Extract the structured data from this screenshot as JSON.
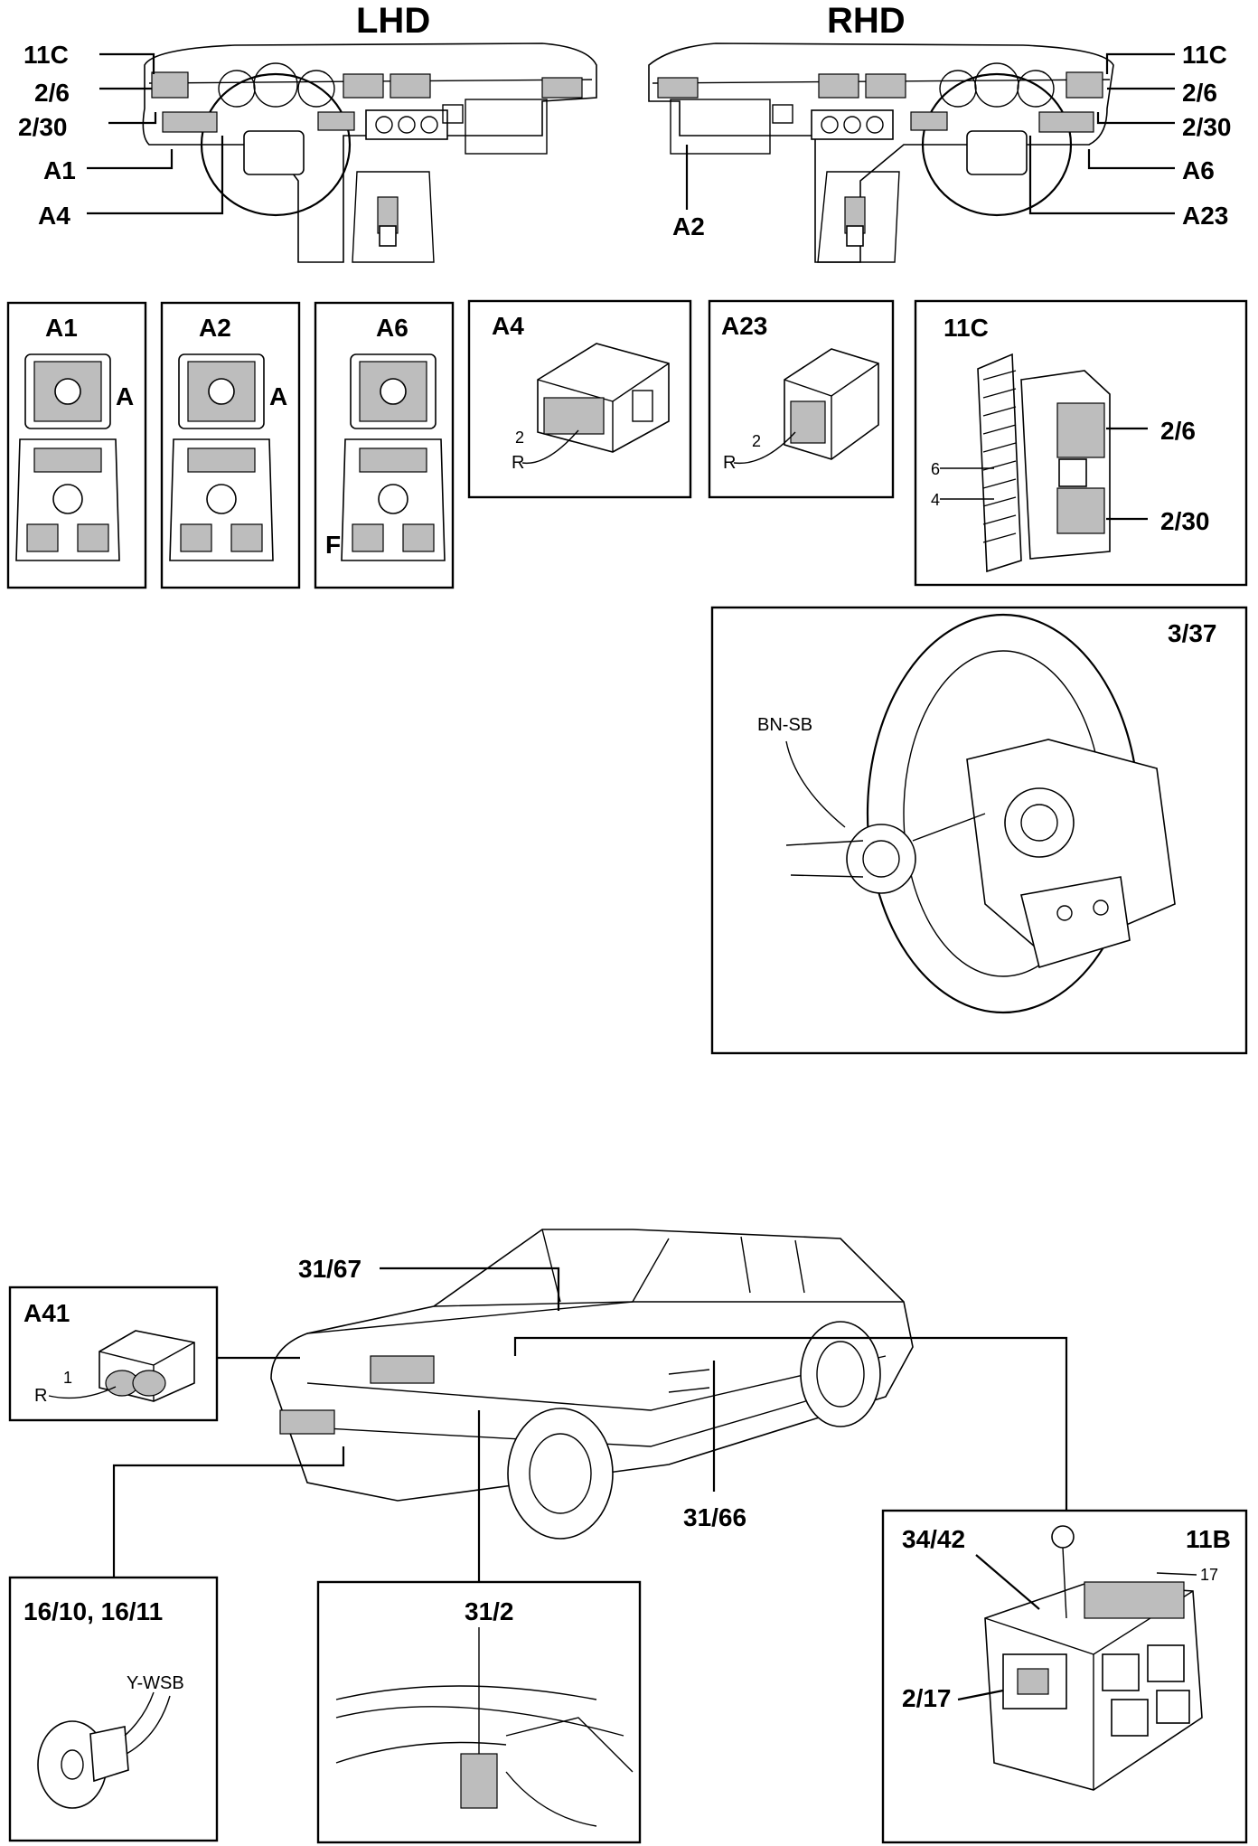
{
  "dashboards": {
    "lhd": {
      "title": "LHD",
      "labels": [
        "11C",
        "2/6",
        "2/30",
        "A1",
        "A4"
      ]
    },
    "rhd": {
      "title": "RHD",
      "label_a2": "A2",
      "labels": [
        "11C",
        "2/6",
        "2/30",
        "A6",
        "A23"
      ]
    }
  },
  "panels": {
    "a1": {
      "title": "A1",
      "tag": "A"
    },
    "a2": {
      "title": "A2",
      "tag": "A"
    },
    "a6": {
      "title": "A6",
      "tag": "F"
    },
    "a4": {
      "title": "A4",
      "wire_color": "R",
      "pin": "2"
    },
    "a23": {
      "title": "A23",
      "wire_color": "R",
      "pin": "2"
    },
    "c11": {
      "title": "11C",
      "pin_top": "6",
      "pin_bottom": "4",
      "label_top": "2/6",
      "label_bottom": "2/30"
    },
    "steering": {
      "title": "3/37",
      "wire_color": "BN-SB"
    },
    "a41": {
      "title": "A41",
      "wire_color": "R",
      "pin": "1"
    },
    "horn": {
      "title": "16/10, 16/11",
      "wire_color": "Y-WSB"
    },
    "g312": {
      "title": "31/2"
    },
    "b11": {
      "title": "11B",
      "label_3442": "34/42",
      "label_217": "2/17",
      "pin": "17"
    }
  },
  "car": {
    "label_3167": "31/67",
    "label_3166": "31/66"
  }
}
